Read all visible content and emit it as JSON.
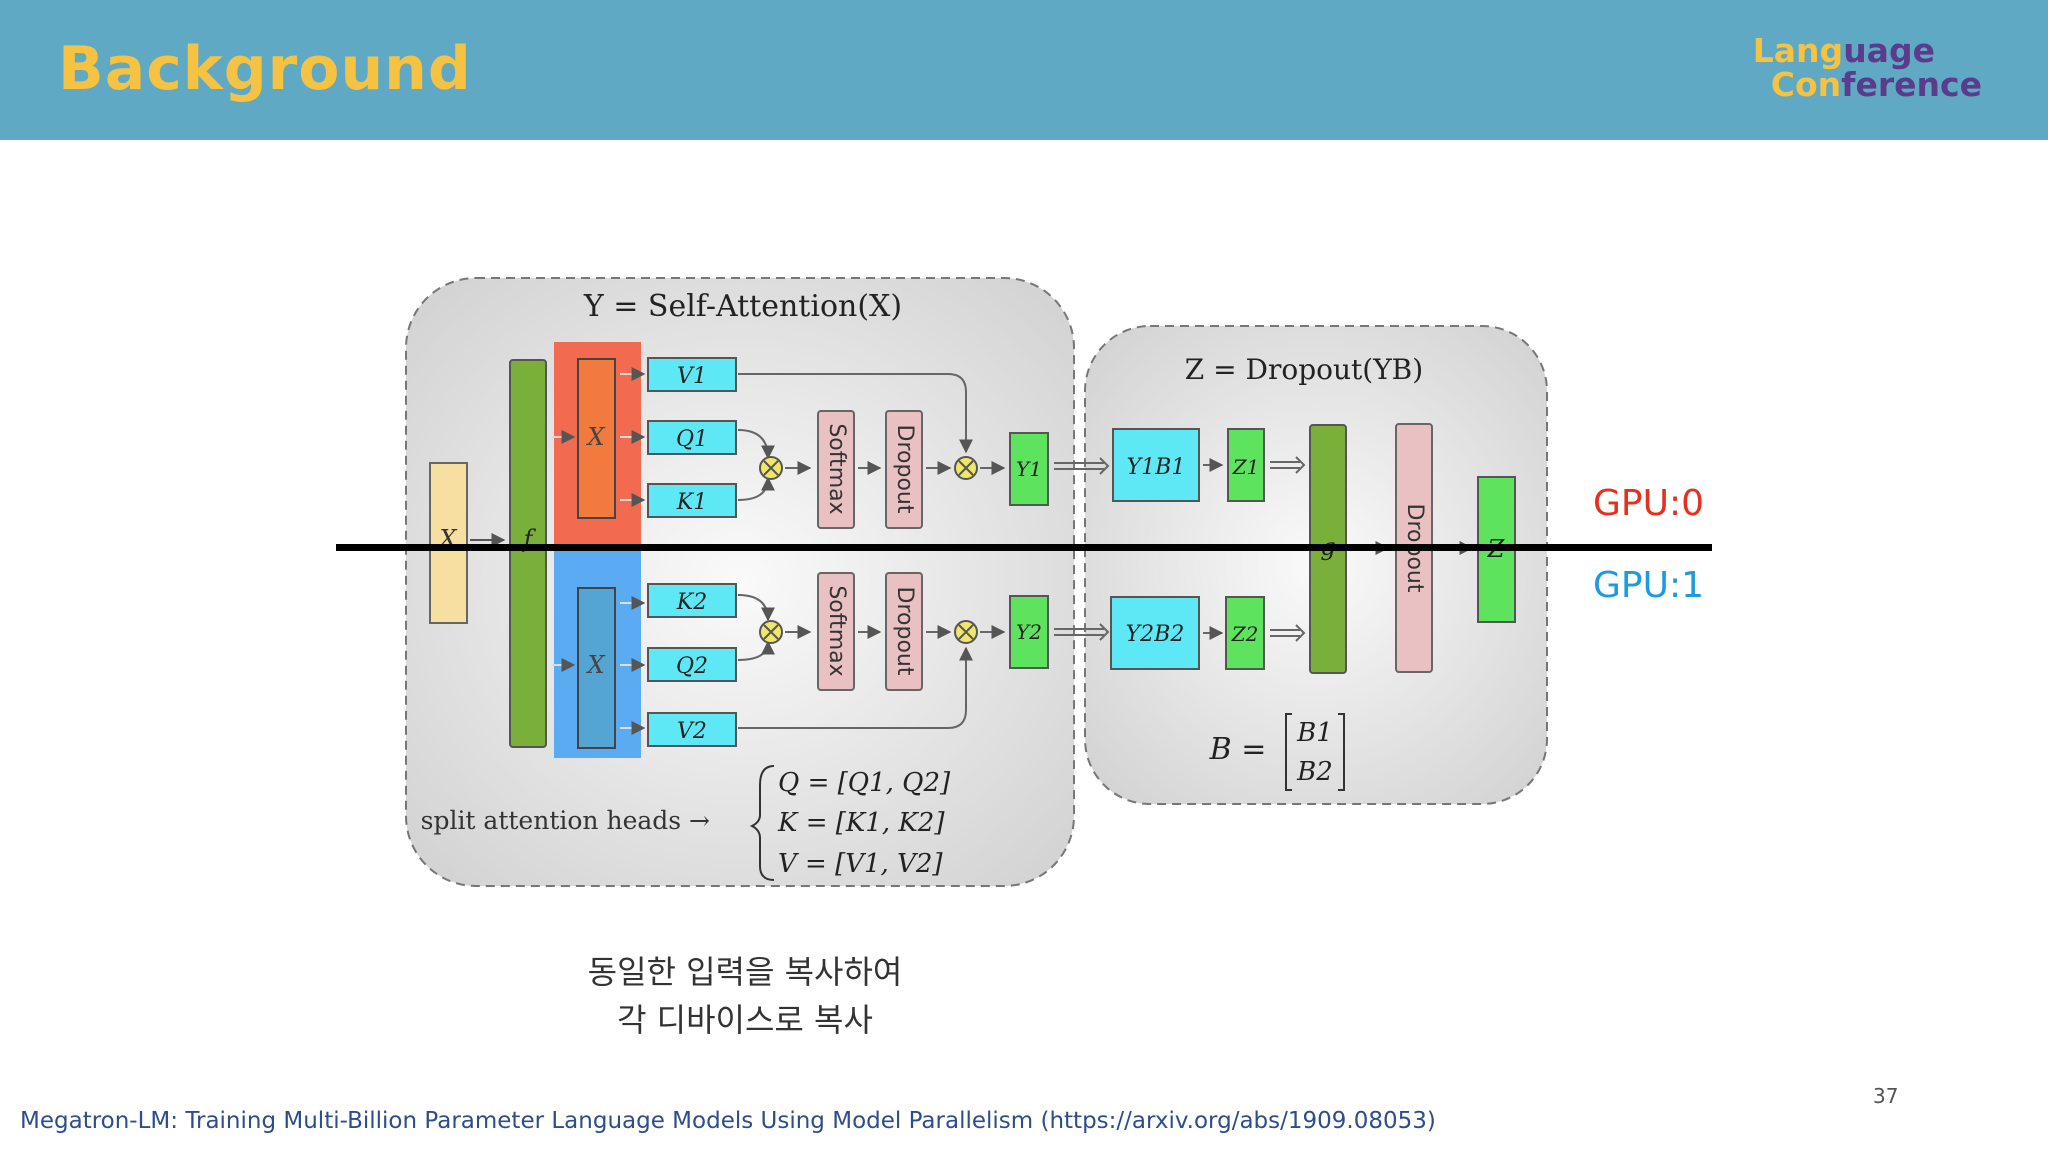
{
  "slide": {
    "title": "Background",
    "logo_line1_a": "Lang",
    "logo_line1_b": "uage",
    "logo_line2_a": "Con",
    "logo_line2_b": "ference",
    "page_number": "37",
    "footer": "Megatron-LM: Training Multi-Billion Parameter Language Models Using Model Parallelism (https://arxiv.org/abs/1909.08053)",
    "caption_line1": "동일한 입력을 복사하여",
    "caption_line2": "각 디바이스로 복사",
    "gpu0_label": "GPU:0",
    "gpu1_label": "GPU:1"
  },
  "diagram": {
    "self_attention_title": "Y = Self-Attention(X)",
    "dropout_title": "Z = Dropout(YB)",
    "x_input": "X",
    "f_label": "f",
    "x_split_top": "X",
    "x_split_bottom": "X",
    "v1": "V1",
    "q1": "Q1",
    "k1": "K1",
    "k2": "K2",
    "q2": "Q2",
    "v2": "V2",
    "softmax": "Softmax",
    "dropout": "Dropout",
    "y1": "Y1",
    "y2": "Y2",
    "y1b1": "Y1B1",
    "y2b2": "Y2B2",
    "z1": "Z1",
    "z2": "Z2",
    "g_label": "g",
    "z_out": "Z",
    "b_eq": "B =",
    "b1": "B1",
    "b2": "B2",
    "split_heads": "split attention heads →",
    "q_eq": "Q = [Q1, Q2]",
    "k_eq": "K = [K1, K2]",
    "v_eq": "V = [V1, V2]"
  },
  "colors": {
    "header": "#5fa9c4",
    "title": "#f5c242",
    "gpu0": "#e6301e",
    "gpu1": "#1b9be0",
    "cyan_box": "#5ee8f5",
    "green_box": "#5ee35e",
    "dark_green": "#7aaf3a",
    "pink_box": "#e9c1c3",
    "red_split": "#f26a50",
    "blue_split": "#5aabf2"
  }
}
